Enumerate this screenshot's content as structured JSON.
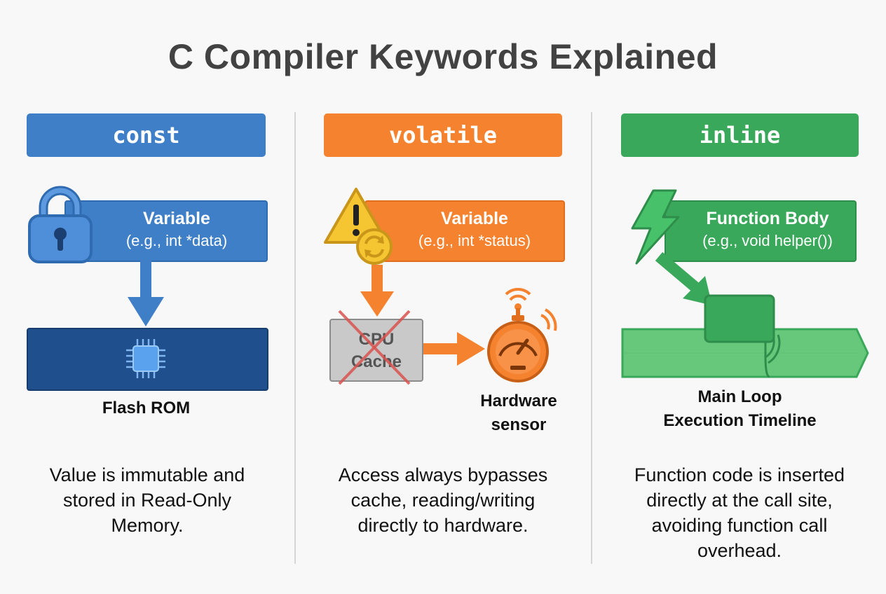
{
  "title": "C Compiler Keywords Explained",
  "columns": [
    {
      "keyword": "const",
      "box_title": "Variable",
      "box_example": "(e.g., int *data)",
      "target_label": "Flash ROM",
      "description": [
        "Value is immutable and",
        "stored in Read-Only",
        "Memory."
      ],
      "icon": "padlock-icon"
    },
    {
      "keyword": "volatile",
      "box_title": "Variable",
      "box_example": "(e.g., int *status)",
      "cache_label": [
        "CPU",
        "Cache"
      ],
      "target_label": [
        "Hardware",
        "sensor"
      ],
      "description": [
        "Access always bypasses",
        "cache, reading/writing",
        "directly to hardware."
      ],
      "icon": "warning-icon"
    },
    {
      "keyword": "inline",
      "box_title": "Function Body",
      "box_example": "(e.g., void helper())",
      "target_label": [
        "Main Loop",
        "Execution Timeline"
      ],
      "description": [
        "Function code is inserted",
        "directly at the call site,",
        "avoiding function call",
        "overhead."
      ],
      "icon": "lightning-icon"
    }
  ],
  "colors": {
    "blue": "#3f7fc8",
    "blue_dark": "#1f4f8c",
    "orange": "#f5822e",
    "green": "#3aa85a",
    "green_light": "#67c77a",
    "gray_cache": "#c9c9c9"
  }
}
